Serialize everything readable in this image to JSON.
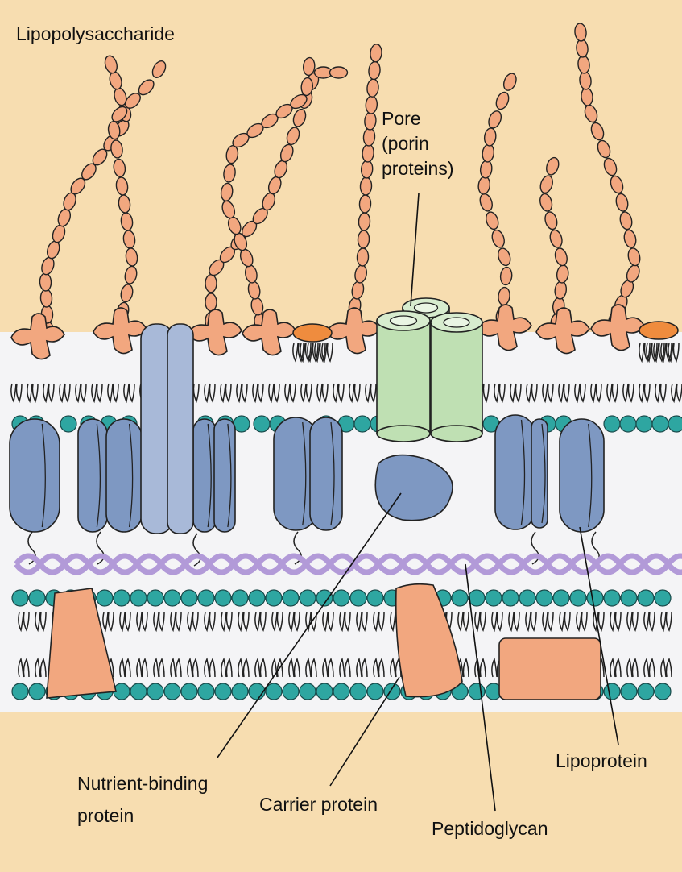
{
  "labels": {
    "lipopolysaccharide": "Lipopolysaccharide",
    "pore": "Pore\n(porin\nproteins)",
    "nutrient_binding": "Nutrient-binding\nprotein",
    "carrier": "Carrier protein",
    "peptidoglycan": "Peptidoglycan",
    "lipoprotein": "Lipoprotein"
  },
  "colors": {
    "background": "#f7ddb0",
    "periplasm": "#f4f4f6",
    "sugar_bead": "#f2a77f",
    "lipid_head": "#2ea6a1",
    "outer_protein": "#7e98c2",
    "porin": "#bfe0b3",
    "inner_protein": "#f2a77f",
    "peptidoglycan": "#b29ad8",
    "core_oval": "#ef8c3e"
  }
}
